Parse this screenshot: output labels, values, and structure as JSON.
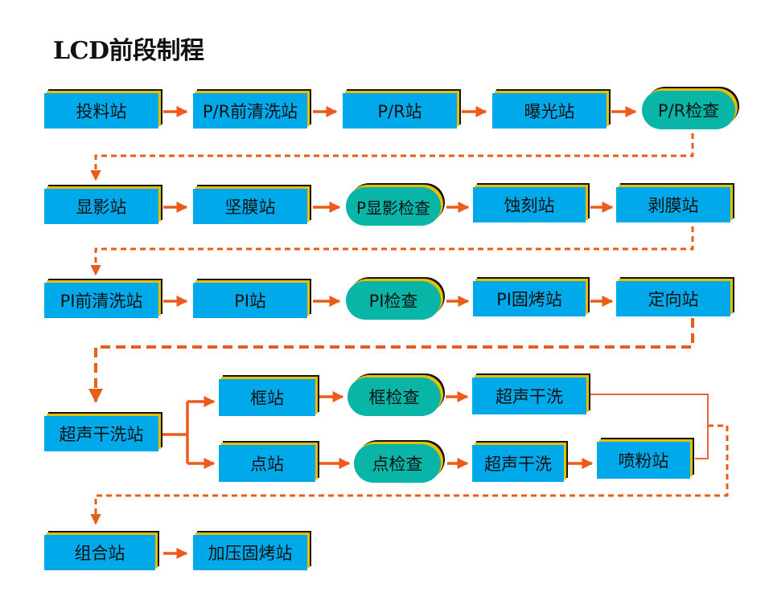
{
  "title": "LCD前段制程",
  "colors": {
    "box": "#00aaea",
    "pill": "#08b5a6",
    "arrow": "#ee5a1a",
    "connector": "#e85d1a",
    "merge_line": "#e8673a"
  },
  "nodes": {
    "n1": "投料站",
    "n2": "P/R前清洗站",
    "n3": "P/R站",
    "n4": "曝光站",
    "n5": "P/R检查",
    "n6": "显影站",
    "n7": "坚膜站",
    "n8": "P显影检查",
    "n9": "蚀刻站",
    "n10": "剥膜站",
    "n11": "PI前清洗站",
    "n12": "PI站",
    "n13": "PI检查",
    "n14": "PI固烤站",
    "n15": "定向站",
    "n16": "超声干洗站",
    "n17": "框站",
    "n18": "框检查",
    "n19": "超声干洗",
    "n20": "点站",
    "n21": "点检查",
    "n22": "超声干洗",
    "n23": "喷粉站",
    "n24": "组合站",
    "n25": "加压固烤站"
  }
}
